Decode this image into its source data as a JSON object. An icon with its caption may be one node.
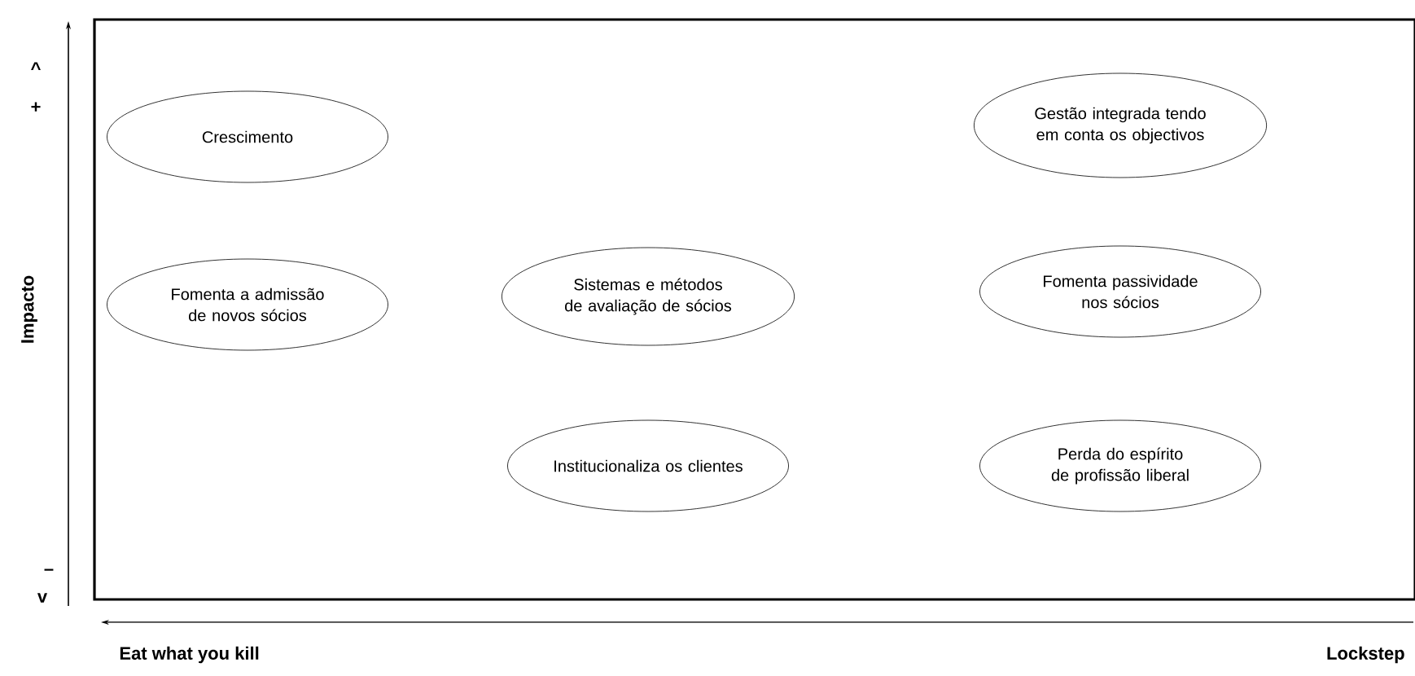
{
  "diagram": {
    "nodes": [
      {
        "text": [
          "Crescimento"
        ]
      },
      {
        "text": [
          "Gestão integrada tendo em conta os objectivos"
        ]
      },
      {
        "text": [
          "Fomenta a admissão de novos sócios"
        ]
      },
      {
        "text": [
          "Sistemas e métodos de avaliação de sócios"
        ]
      },
      {
        "text": [
          "Fomenta passividade nos sócios"
        ]
      },
      {
        "text": [
          "Institucionaliza os clientes"
        ]
      },
      {
        "text": [
          "Perda do espírito de profissão liberal"
        ]
      }
    ],
    "labels": [
      "^",
      "+",
      "Impacto",
      "–",
      "v",
      "Eat what you kill",
      "Lockstep"
    ]
  }
}
